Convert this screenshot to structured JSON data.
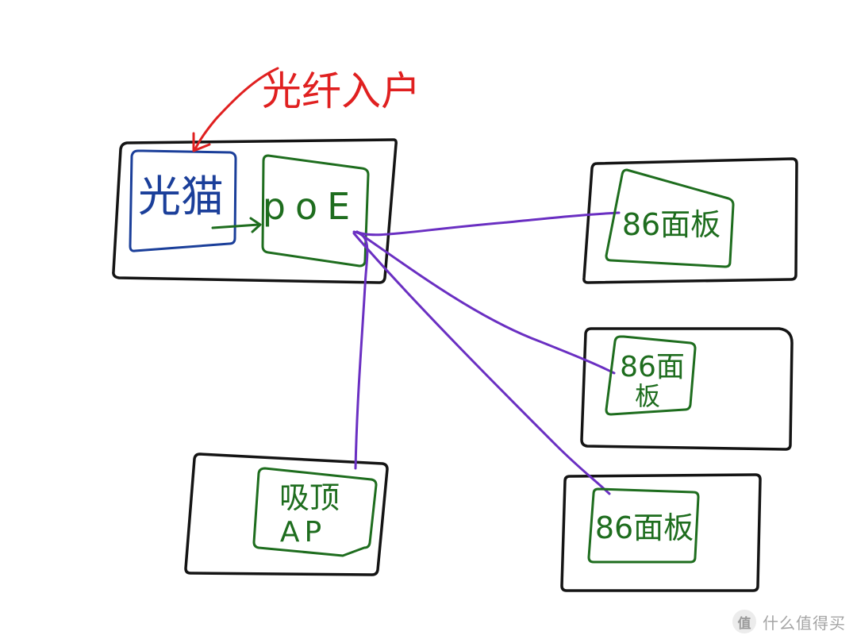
{
  "annotation": {
    "label": "光纤入户"
  },
  "colors": {
    "box": "#141414",
    "modem": "#1b3f9a",
    "green": "#1e6d1e",
    "cable": "#6a2fc2",
    "annotation": "#e02020"
  },
  "main_cabinet": {
    "modem_label": "光猫",
    "poe_label": "poE"
  },
  "panels": [
    {
      "label_line1": "86面板",
      "label_line2": ""
    },
    {
      "label_line1": "86面",
      "label_line2": "板"
    },
    {
      "label_line1": "86面板",
      "label_line2": ""
    }
  ],
  "ap": {
    "label_line1": "吸顶",
    "label_line2": "AP"
  },
  "watermark": {
    "icon": "值",
    "text": "什么值得买"
  }
}
